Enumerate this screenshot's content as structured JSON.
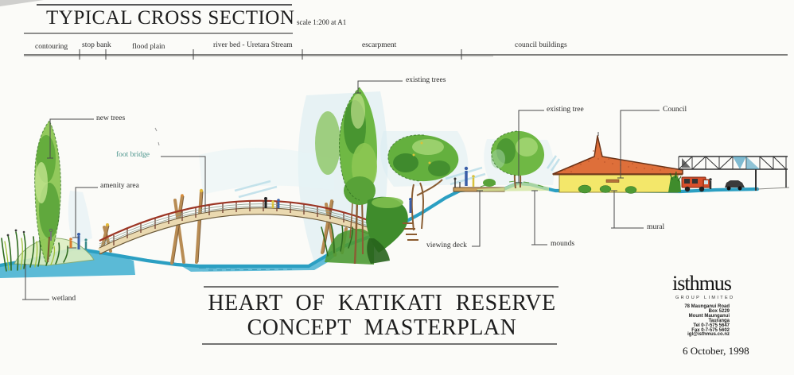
{
  "header": {
    "title": "TYPICAL CROSS SECTION",
    "scale_note": "scale 1:200 at A1"
  },
  "ruler": {
    "labels": [
      "contouring",
      "stop bank",
      "flood plain",
      "river bed - Uretara Stream",
      "escarpment",
      "council buildings"
    ]
  },
  "callouts": {
    "new_trees": "new trees",
    "foot_bridge": "foot bridge",
    "amenity_area": "amenity area",
    "wetland": "wetland",
    "existing_trees": "existing trees",
    "viewing_deck": "viewing deck",
    "mounds": "mounds",
    "existing_tree": "existing tree",
    "council": "Council",
    "mural": "mural"
  },
  "footer": {
    "title_line1": "HEART OF KATIKATI RESERVE",
    "title_line2": "CONCEPT MASTERPLAN"
  },
  "firm": {
    "name": "isthmus",
    "subtitle": "GROUP LIMITED",
    "address_lines": [
      "78 Maunganui Road",
      "Box 5229",
      "Mount Maunganui",
      "Tauranga",
      "Tel 0-7-575 5647",
      "Fax 0-7-575 5602",
      "igl@isthmus.co.nz"
    ],
    "date": "6 October, 1998"
  },
  "colors": {
    "ground_line": "#2b9fc2",
    "water": "#49b2d2",
    "foliage": "#5fae3c",
    "roof": "#de6f3a",
    "wall": "#f3e76a",
    "rail": "#9c3524",
    "label_ink": "#2b2b2b",
    "foot_bridge_label": "#4a948c"
  }
}
